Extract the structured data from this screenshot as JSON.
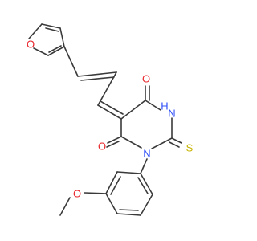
{
  "molecule": {
    "atoms": {
      "furan_o": {
        "label": "O",
        "color": "#e8252a"
      },
      "carbonyl_o_top": {
        "label": "O",
        "color": "#e8252a"
      },
      "carbonyl_o_bottom": {
        "label": "O",
        "color": "#e8252a"
      },
      "nh": {
        "label": "H",
        "color": "#3050f8"
      },
      "n_ring": {
        "label": "N",
        "color": "#3050f8"
      },
      "n_upper": {
        "label": "N",
        "color": "#3050f8"
      },
      "thio_s": {
        "label": "S",
        "color": "#c8b400"
      },
      "methoxy_o": {
        "label": "O",
        "color": "#e8252a"
      }
    }
  }
}
